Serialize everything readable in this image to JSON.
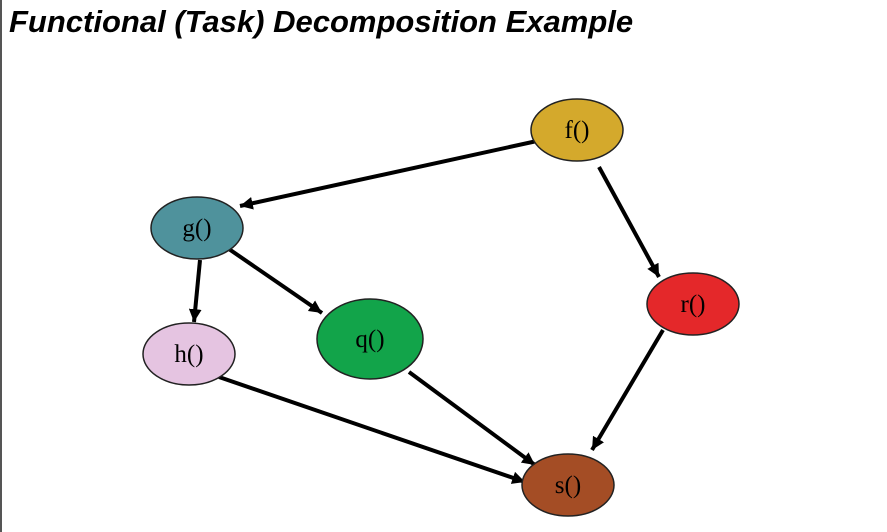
{
  "title": "Functional (Task) Decomposition Example",
  "nodes": [
    {
      "id": "f",
      "label": "f()",
      "color": "#d4a92c"
    },
    {
      "id": "g",
      "label": "g()",
      "color": "#4f929c"
    },
    {
      "id": "h",
      "label": "h()",
      "color": "#e5c4e1"
    },
    {
      "id": "q",
      "label": "q()",
      "color": "#12a44a"
    },
    {
      "id": "r",
      "label": "r()",
      "color": "#e4282a"
    },
    {
      "id": "s",
      "label": "s()",
      "color": "#a44d25"
    }
  ],
  "edges": [
    {
      "from": "f",
      "to": "g"
    },
    {
      "from": "f",
      "to": "r"
    },
    {
      "from": "g",
      "to": "h"
    },
    {
      "from": "g",
      "to": "q"
    },
    {
      "from": "h",
      "to": "s"
    },
    {
      "from": "q",
      "to": "s"
    },
    {
      "from": "r",
      "to": "s"
    }
  ]
}
